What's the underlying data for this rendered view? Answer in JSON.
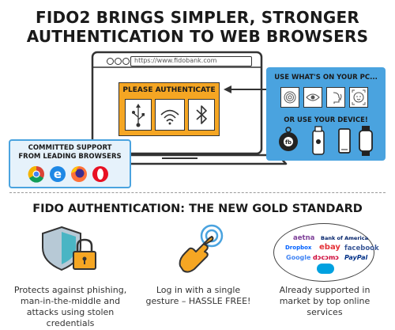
{
  "header": {
    "title_line1": "FIDO2 BRINGS SIMPLER, STRONGER",
    "title_line2": "AUTHENTICATION TO WEB BROWSERS"
  },
  "browser": {
    "url": "https://www.fidobank.com"
  },
  "auth_prompt": {
    "label": "PLEASE AUTHENTICATE",
    "icons": [
      "usb-icon",
      "nfc-icon",
      "bluetooth-icon"
    ]
  },
  "pc_panel": {
    "title": "USE WHAT'S ON YOUR PC...",
    "icons": [
      "fingerprint-icon",
      "eye-icon",
      "voice-icon",
      "face-icon"
    ],
    "device_title": "OR USE YOUR DEVICE!",
    "device_icons": [
      "fob-icon",
      "usb-key-icon",
      "phone-icon",
      "watch-icon"
    ]
  },
  "browsers_panel": {
    "line1": "COMMITTED SUPPORT",
    "line2": "FROM LEADING BROWSERS",
    "browsers": [
      "chrome-icon",
      "edge-icon",
      "firefox-icon",
      "opera-icon"
    ]
  },
  "section": {
    "title": "FIDO AUTHENTICATION: THE NEW GOLD STANDARD"
  },
  "features": [
    {
      "line1": "Protects against phishing,",
      "line2": "man-in-the-middle and",
      "line3": "attacks using stolen",
      "line4": "credentials"
    },
    {
      "line1": "Log in with a single",
      "line2": "gesture – HASSLE FREE!"
    },
    {
      "line1": "Already supported in",
      "line2": "market by top online",
      "line3": "services"
    }
  ],
  "brands": {
    "aetna": "aetna",
    "bofa": "Bank of America",
    "dropbox": "Dropbox",
    "ebay": "ebay",
    "facebook": "facebook",
    "google": "Google",
    "docomo": "dɔcɔmɔ",
    "paypal": "PayPal",
    "salesforce": "salesforce"
  },
  "colors": {
    "accent_orange": "#f5a623",
    "accent_blue": "#4aa3df",
    "border_dark": "#333333",
    "panel_fill": "#e6f2fb"
  }
}
